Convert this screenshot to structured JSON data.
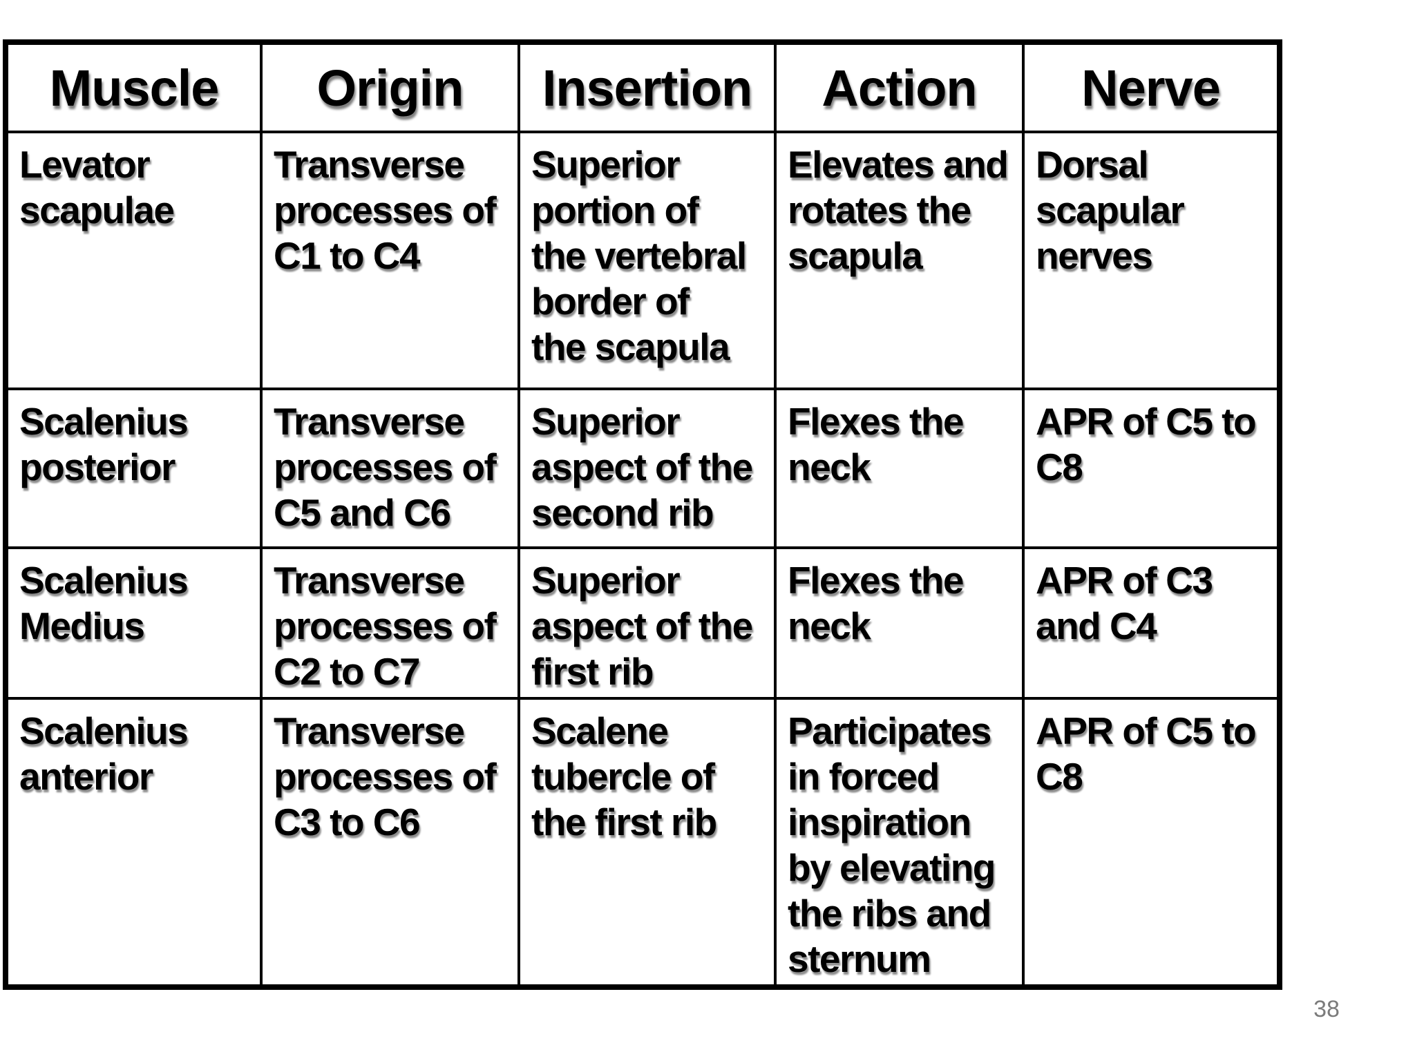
{
  "page": {
    "number": "38"
  },
  "colors": {
    "background": "#ffffff",
    "table_border": "#000000",
    "text": "#000000",
    "page_number": "#7b7b7b"
  },
  "table": {
    "headers": [
      "Muscle",
      "Origin",
      "Insertion",
      "Action",
      "Nerve"
    ],
    "rows": [
      {
        "muscle": "Levator\nscapulae",
        "origin": "Transverse\nprocesses of\nC1 to C4",
        "insertion": "Superior\nportion of\nthe vertebral\nborder of\nthe scapula",
        "action": "Elevates and\nrotates the\nscapula",
        "nerve": "Dorsal\nscapular\nnerves"
      },
      {
        "muscle": "Scalenius\nposterior",
        "origin": "Transverse\nprocesses of\nC5 and C6",
        "insertion": "Superior\naspect of the\nsecond rib",
        "action": "Flexes the\nneck",
        "nerve": "APR of C5 to\nC8"
      },
      {
        "muscle": "Scalenius\nMedius",
        "origin": "Transverse\nprocesses of\nC2 to C7",
        "insertion": "Superior\naspect of the\nfirst rib",
        "action": "Flexes the\nneck",
        "nerve": "APR of C3\nand C4"
      },
      {
        "muscle": "Scalenius\nanterior",
        "origin": "Transverse\nprocesses of\nC3 to C6",
        "insertion": "Scalene\ntubercle of\nthe first rib",
        "action": "Participates\nin forced\ninspiration\nby elevating\nthe ribs and\nsternum",
        "nerve": "APR of C5 to\nC8"
      }
    ]
  }
}
